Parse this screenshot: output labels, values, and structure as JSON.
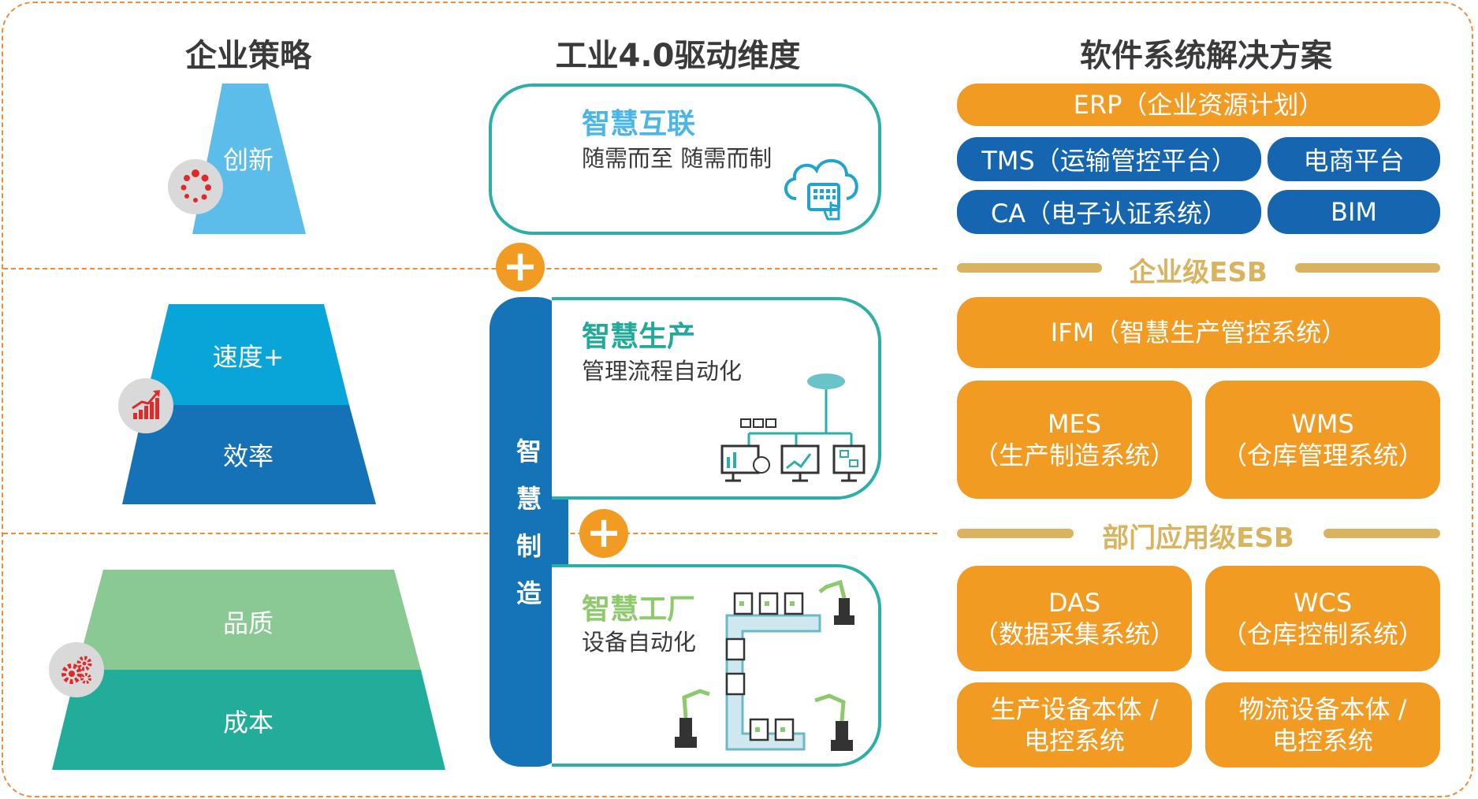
{
  "columns": {
    "strategy": "企业策略",
    "industry40": "工业4.0驱动维度",
    "software": "软件系统解决方案"
  },
  "strategy": {
    "innovation": "创新",
    "speed": "速度+",
    "efficiency": "效率",
    "quality": "品质",
    "cost": "成本"
  },
  "industry40": {
    "internet": {
      "title": "智慧互联",
      "subtitle": "随需而至 随需而制"
    },
    "production": {
      "title": "智慧生产",
      "subtitle": "管理流程自动化"
    },
    "factory": {
      "title": "智慧工厂",
      "subtitle": "设备自动化"
    },
    "manufacturing_chars": [
      "智",
      "慧",
      "制",
      "造"
    ],
    "plus": "+"
  },
  "software": {
    "erp": "ERP（企业资源计划）",
    "tms": "TMS（运输管控平台）",
    "ecommerce": "电商平台",
    "ca": "CA（电子认证系统）",
    "bim": "BIM",
    "esb_enterprise": "企业级ESB",
    "ifm": "IFM（智慧生产管控系统）",
    "mes": [
      "MES",
      "（生产制造系统）"
    ],
    "wms": [
      "WMS",
      "（仓库管理系统）"
    ],
    "esb_department": "部门应用级ESB",
    "das": [
      "DAS",
      "（数据采集系统）"
    ],
    "wcs": [
      "WCS",
      "（仓库控制系统）"
    ],
    "production_equipment": [
      "生产设备本体 /",
      "电控系统"
    ],
    "logistics_equipment": [
      "物流设备本体 /",
      "电控系统"
    ]
  },
  "colors": {
    "innovation": "#5cbcea",
    "speed": "#0aa5d8",
    "efficiency": "#1672b7",
    "quality": "#8bc994",
    "cost": "#22ad9a",
    "internet_title": "#4bb6e6",
    "production_title": "#21a99a",
    "factory_title": "#8ec96e",
    "orange": "#f29b23",
    "blue": "#1565b0",
    "esb": "#d9b35d",
    "dashed": "#ef8c3a"
  },
  "icons": [
    "loading-dots-icon",
    "growth-chart-icon",
    "gears-icon",
    "cloud-touch-icon",
    "network-devices-icon",
    "conveyor-robot-icon"
  ]
}
